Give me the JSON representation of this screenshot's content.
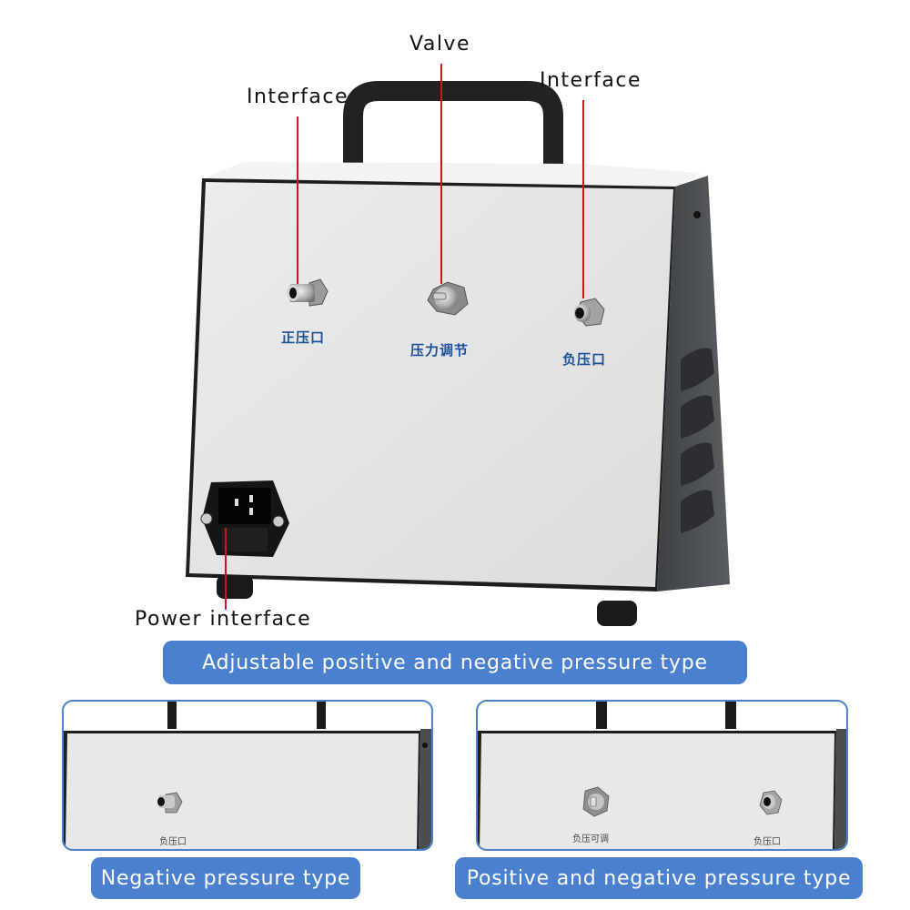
{
  "product": {
    "name": "Portable vacuum / pressure pump (rear view)",
    "colors": {
      "label_blue": "#4b80cf",
      "leader_red": "#d0121b",
      "panel_grey": "#e6e6e6",
      "side_dark": "#4a4d52",
      "chinese_text_blue": "#1d4f9a"
    }
  },
  "callouts": {
    "left_interface": "Interface",
    "valve": "Valve",
    "right_interface": "Interface",
    "power": "Power interface"
  },
  "panel_labels": {
    "positive_port": "正压口",
    "pressure_adjust": "压力调节",
    "negative_port": "负压口"
  },
  "main_banner": "Adjustable positive and negative pressure type",
  "variants": [
    {
      "title": "Negative pressure type",
      "port_labels": [
        "负压口"
      ]
    },
    {
      "title": "Positive and negative pressure type",
      "port_labels": [
        "负压可调",
        "负压口"
      ]
    }
  ]
}
